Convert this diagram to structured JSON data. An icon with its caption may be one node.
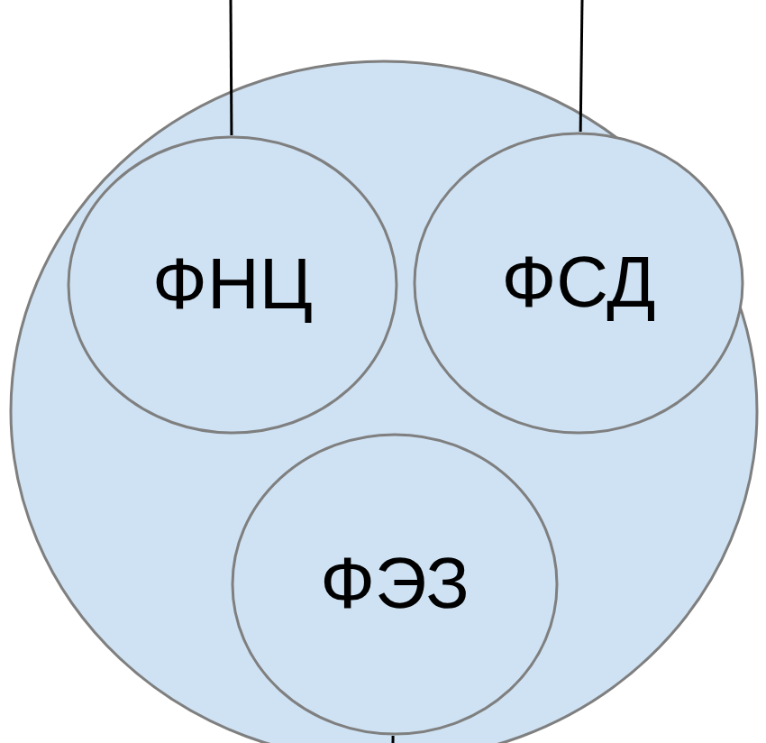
{
  "diagram": {
    "nodes": [
      {
        "text": [],
        "shape": "circle"
      },
      {
        "text": [
          "ФНЦ"
        ],
        "in": 0
      },
      {
        "text": [
          "ФСД"
        ],
        "in": 0
      },
      {
        "text": [
          "ФЭЗ"
        ],
        "in": 0
      }
    ],
    "edges": [
      {
        "from": null,
        "to": 1,
        "arrow": "none"
      },
      {
        "from": null,
        "to": 2,
        "arrow": "none"
      },
      {
        "from": 3,
        "to": null,
        "arrow": "none"
      }
    ]
  }
}
